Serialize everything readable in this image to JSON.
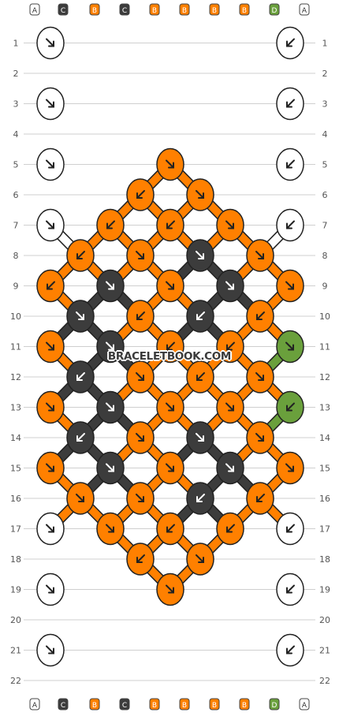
{
  "watermark": "BRACELETBOOK.COM",
  "colors": {
    "A": "#ffffff",
    "B": "#ff8000",
    "C": "#3c3c3c",
    "D": "#6aa03c"
  },
  "rows": [
    "1",
    "2",
    "3",
    "4",
    "5",
    "6",
    "7",
    "8",
    "9",
    "10",
    "11",
    "12",
    "13",
    "14",
    "15",
    "16",
    "17",
    "18",
    "19",
    "20",
    "21",
    "22"
  ],
  "string_labels": [
    "A",
    "C",
    "B",
    "C",
    "B",
    "B",
    "B",
    "B",
    "D",
    "A"
  ],
  "knots": [
    {
      "row": 1,
      "pos": 0,
      "color": "A",
      "dir": "fwd"
    },
    {
      "row": 1,
      "pos": 8,
      "color": "A",
      "dir": "bwd"
    },
    {
      "row": 3,
      "pos": 0,
      "color": "A",
      "dir": "fwd"
    },
    {
      "row": 3,
      "pos": 8,
      "color": "A",
      "dir": "bwd"
    },
    {
      "row": 5,
      "pos": 0,
      "color": "A",
      "dir": "fwd"
    },
    {
      "row": 5,
      "pos": 4,
      "color": "B",
      "dir": "fwd"
    },
    {
      "row": 5,
      "pos": 8,
      "color": "A",
      "dir": "bwd"
    },
    {
      "row": 6,
      "pos": 3,
      "color": "B",
      "dir": "bwd"
    },
    {
      "row": 6,
      "pos": 5,
      "color": "B",
      "dir": "fwd"
    },
    {
      "row": 7,
      "pos": 0,
      "color": "A",
      "dir": "fwd"
    },
    {
      "row": 7,
      "pos": 2,
      "color": "B",
      "dir": "bwd"
    },
    {
      "row": 7,
      "pos": 4,
      "color": "B",
      "dir": "bwd"
    },
    {
      "row": 7,
      "pos": 6,
      "color": "B",
      "dir": "fwd"
    },
    {
      "row": 7,
      "pos": 8,
      "color": "A",
      "dir": "bwd"
    },
    {
      "row": 8,
      "pos": 1,
      "color": "B",
      "dir": "bwd"
    },
    {
      "row": 8,
      "pos": 3,
      "color": "B",
      "dir": "fwd"
    },
    {
      "row": 8,
      "pos": 5,
      "color": "C",
      "dir": "fwd"
    },
    {
      "row": 8,
      "pos": 7,
      "color": "B",
      "dir": "fwd"
    },
    {
      "row": 9,
      "pos": 0,
      "color": "B",
      "dir": "bwd"
    },
    {
      "row": 9,
      "pos": 2,
      "color": "C",
      "dir": "fwd"
    },
    {
      "row": 9,
      "pos": 4,
      "color": "B",
      "dir": "fwd"
    },
    {
      "row": 9,
      "pos": 6,
      "color": "C",
      "dir": "fwd"
    },
    {
      "row": 9,
      "pos": 8,
      "color": "B",
      "dir": "fwd"
    },
    {
      "row": 10,
      "pos": 1,
      "color": "C",
      "dir": "fwd"
    },
    {
      "row": 10,
      "pos": 3,
      "color": "B",
      "dir": "bwd"
    },
    {
      "row": 10,
      "pos": 5,
      "color": "C",
      "dir": "bwd"
    },
    {
      "row": 10,
      "pos": 7,
      "color": "B",
      "dir": "bwd"
    },
    {
      "row": 11,
      "pos": 0,
      "color": "B",
      "dir": "fwd"
    },
    {
      "row": 11,
      "pos": 2,
      "color": "C",
      "dir": "fwd"
    },
    {
      "row": 11,
      "pos": 4,
      "color": "B",
      "dir": "bwd"
    },
    {
      "row": 11,
      "pos": 6,
      "color": "B",
      "dir": "bwd"
    },
    {
      "row": 11,
      "pos": 8,
      "color": "D",
      "dir": "fwd"
    },
    {
      "row": 12,
      "pos": 1,
      "color": "C",
      "dir": "bwd"
    },
    {
      "row": 12,
      "pos": 3,
      "color": "B",
      "dir": "fwd"
    },
    {
      "row": 12,
      "pos": 5,
      "color": "B",
      "dir": "bwd"
    },
    {
      "row": 12,
      "pos": 7,
      "color": "B",
      "dir": "fwd"
    },
    {
      "row": 13,
      "pos": 0,
      "color": "B",
      "dir": "fwd"
    },
    {
      "row": 13,
      "pos": 2,
      "color": "C",
      "dir": "fwd"
    },
    {
      "row": 13,
      "pos": 4,
      "color": "B",
      "dir": "fwd"
    },
    {
      "row": 13,
      "pos": 6,
      "color": "B",
      "dir": "fwd"
    },
    {
      "row": 13,
      "pos": 8,
      "color": "D",
      "dir": "bwd"
    },
    {
      "row": 14,
      "pos": 1,
      "color": "C",
      "dir": "bwd"
    },
    {
      "row": 14,
      "pos": 3,
      "color": "B",
      "dir": "fwd"
    },
    {
      "row": 14,
      "pos": 5,
      "color": "C",
      "dir": "fwd"
    },
    {
      "row": 14,
      "pos": 7,
      "color": "B",
      "dir": "fwd"
    },
    {
      "row": 15,
      "pos": 0,
      "color": "B",
      "dir": "fwd"
    },
    {
      "row": 15,
      "pos": 2,
      "color": "C",
      "dir": "fwd"
    },
    {
      "row": 15,
      "pos": 4,
      "color": "B",
      "dir": "fwd"
    },
    {
      "row": 15,
      "pos": 6,
      "color": "C",
      "dir": "fwd"
    },
    {
      "row": 15,
      "pos": 8,
      "color": "B",
      "dir": "fwd"
    },
    {
      "row": 16,
      "pos": 1,
      "color": "B",
      "dir": "fwd"
    },
    {
      "row": 16,
      "pos": 3,
      "color": "B",
      "dir": "fwd"
    },
    {
      "row": 16,
      "pos": 5,
      "color": "C",
      "dir": "bwd"
    },
    {
      "row": 16,
      "pos": 7,
      "color": "B",
      "dir": "bwd"
    },
    {
      "row": 17,
      "pos": 0,
      "color": "A",
      "dir": "fwd"
    },
    {
      "row": 17,
      "pos": 2,
      "color": "B",
      "dir": "fwd"
    },
    {
      "row": 17,
      "pos": 4,
      "color": "B",
      "dir": "bwd"
    },
    {
      "row": 17,
      "pos": 6,
      "color": "B",
      "dir": "bwd"
    },
    {
      "row": 17,
      "pos": 8,
      "color": "A",
      "dir": "bwd"
    },
    {
      "row": 18,
      "pos": 3,
      "color": "B",
      "dir": "bwd"
    },
    {
      "row": 18,
      "pos": 5,
      "color": "B",
      "dir": "fwd"
    },
    {
      "row": 19,
      "pos": 0,
      "color": "A",
      "dir": "fwd"
    },
    {
      "row": 19,
      "pos": 4,
      "color": "B",
      "dir": "fwd"
    },
    {
      "row": 19,
      "pos": 8,
      "color": "A",
      "dir": "bwd"
    },
    {
      "row": 21,
      "pos": 0,
      "color": "A",
      "dir": "fwd"
    },
    {
      "row": 21,
      "pos": 8,
      "color": "A",
      "dir": "bwd"
    }
  ]
}
